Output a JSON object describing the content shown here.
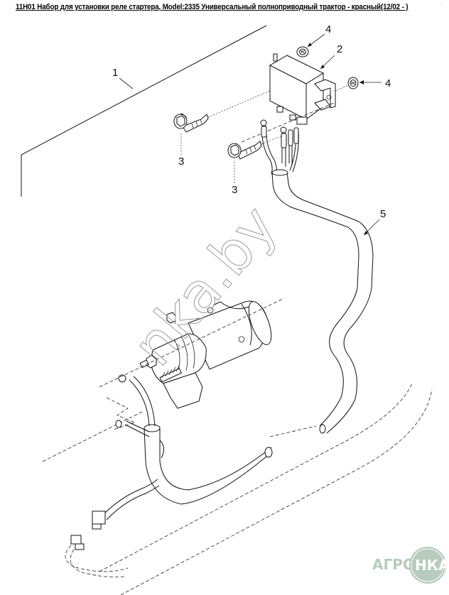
{
  "header": {
    "title": "11H01 Набор для установки реле стартера, Model:2335 Универсальный полноприводный трактор - красный(12/02 - )"
  },
  "diagram": {
    "callouts": [
      {
        "id": "1",
        "label": "1",
        "part": "panel"
      },
      {
        "id": "2",
        "label": "2",
        "part": "starter-relay"
      },
      {
        "id": "3a",
        "label": "3",
        "part": "bolt"
      },
      {
        "id": "3b",
        "label": "3",
        "part": "bolt"
      },
      {
        "id": "4a",
        "label": "4",
        "part": "nut"
      },
      {
        "id": "4b",
        "label": "4",
        "part": "nut"
      },
      {
        "id": "5",
        "label": "5",
        "part": "wiring-harness-conduit"
      }
    ],
    "components": [
      "starter-relay",
      "mounting-bolts",
      "nuts",
      "wire-harness",
      "starter-motor",
      "connectors"
    ]
  },
  "watermark": {
    "text": "nka.by",
    "color": "#9a9a9a"
  },
  "logo": {
    "left_text": "АГРО",
    "right_text": "НКА",
    "color": "#b8cbbd"
  },
  "colors": {
    "line": "#111111",
    "background": "#ffffff"
  }
}
